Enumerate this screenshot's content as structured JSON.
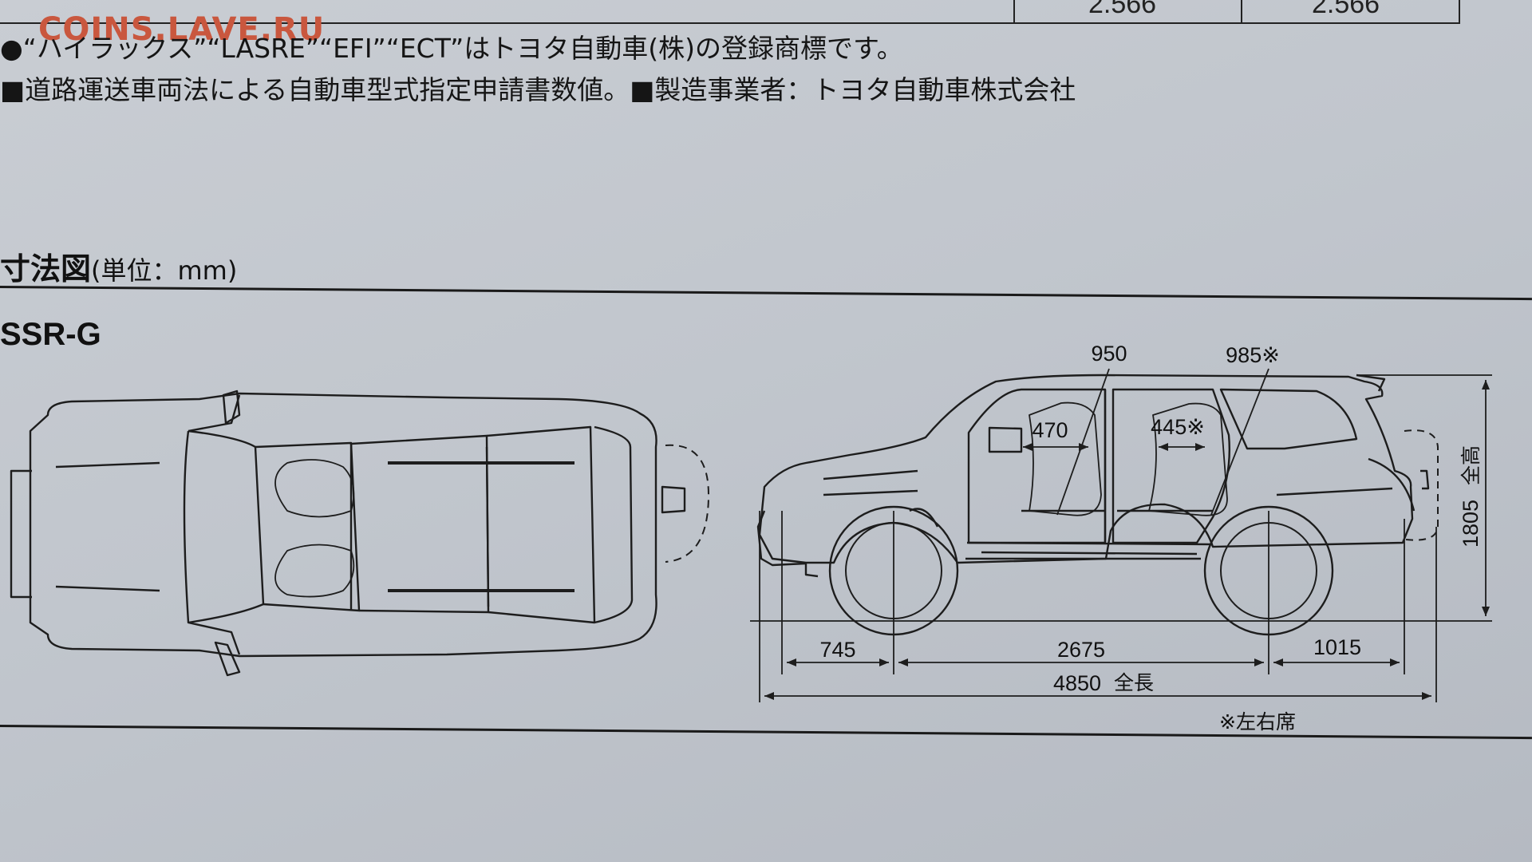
{
  "watermark": "COINS.LAVE.RU",
  "spec_table": {
    "cell_1": "2.566",
    "cell_2": "2.566"
  },
  "notes": {
    "trademark": "●“ハイラックス”“LASRE”“EFI”“ECT”はトヨタ自動車(株)の登録商標です。",
    "regulation": "■道路運送車両法による自動車型式指定申請書数値。■製造事業者：トヨタ自動車株式会社"
  },
  "section": {
    "title": "寸法図",
    "unit": "(単位：mm)"
  },
  "model": "SSR-G",
  "dimensions": {
    "front_overhang": "745",
    "wheelbase": "2675",
    "rear_overhang": "1015",
    "overall_length": "4850",
    "overall_length_label": "全長",
    "height": "1805",
    "height_label": "全高",
    "front_headroom": "950",
    "rear_headroom": "985※",
    "front_seat": "470",
    "rear_seat": "445※"
  },
  "footnote": "※左右席"
}
